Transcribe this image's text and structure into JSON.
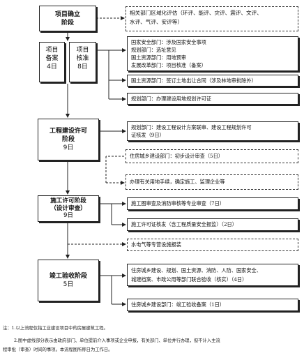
{
  "phases": {
    "project_establish": "项目确立\n阶段",
    "project_record": [
      "项目",
      "备案",
      "4日"
    ],
    "project_approve": [
      "项目",
      "核准",
      "8日"
    ],
    "planning_permit": {
      "title": "工程建设许可\n阶段",
      "days": "9日"
    },
    "construction_permit": {
      "title": "施工许可阶段\n（设计审查）",
      "days": "9日"
    },
    "acceptance": {
      "title": "竣工验收阶段",
      "days": "5日"
    }
  },
  "boxes": {
    "regional_eval": [
      "相关部门区域化评估（环评、能评、灾评、震评、文评、",
      "水评、气评、安评等）"
    ],
    "approval_group": [
      "国家安全部门：涉及国家安全事项",
      "规划部门：选址意见",
      "国土资源部门：用地预审",
      "发展改革部门：项目核准（备案）"
    ],
    "land_contract": "国土资源部门：签订土地出让合同（涉及林地审批除外）",
    "planning_license": "规划部门：办理建设用地规划许可证",
    "engineering_plan": [
      "规划部门：建设工程设计方案联审、建设工程规划许可",
      "证核发（9日）"
    ],
    "preliminary_design": "住房城乡建设部门：初步设计审查（5日）",
    "related_procedures": "办理有关用地手续，确定施工、监理企业等",
    "drawing_review": "施工图审查及消防审核等专业审查（7日）",
    "construction_license": "施工许可证核发（含工程质量安全报监）（2日）",
    "utilities": "水电气等专营设施报装",
    "joint_acceptance": [
      "住房城乡建设、规划、国土资源、消防、人防、国家安全、",
      "城建档案、市政公用等部门联合验收（核实）（4日）"
    ],
    "acceptance_filing": "住房城乡建设部门：竣工验收备案（1日）"
  },
  "notes": {
    "line1": "注：1.以上流程仅指工业建设项目中的房屋建筑工程。",
    "line2": "2.图中虚线部分表示由政府部门、单位提前介入事项或企业申报，有关部门、单位并行办理，但不计入主流",
    "line3": "程审批（审查）时间的事项。本流程图所称日为工作日。"
  }
}
